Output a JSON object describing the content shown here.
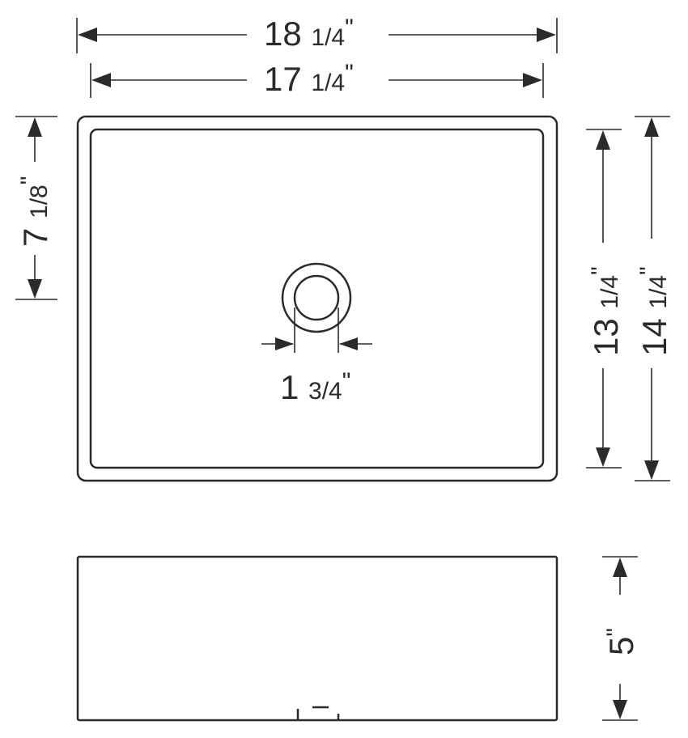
{
  "title": "Sink dimension drawing",
  "colors": {
    "line": "#2b2b2b",
    "background": "#ffffff"
  },
  "dimensions": {
    "outer_width": {
      "whole": "18",
      "frac": "1/4",
      "unit": "\""
    },
    "inner_width": {
      "whole": "17",
      "frac": "1/4",
      "unit": "\""
    },
    "drain_offset": {
      "whole": "7",
      "frac": "1/8",
      "unit": "\""
    },
    "drain_diameter": {
      "whole": "1",
      "frac": "3/4",
      "unit": "\""
    },
    "inner_depth": {
      "whole": "13",
      "frac": "1/4",
      "unit": "\""
    },
    "outer_depth": {
      "whole": "14",
      "frac": "1/4",
      "unit": "\""
    },
    "height": {
      "whole": "5",
      "frac": "",
      "unit": "\""
    }
  }
}
